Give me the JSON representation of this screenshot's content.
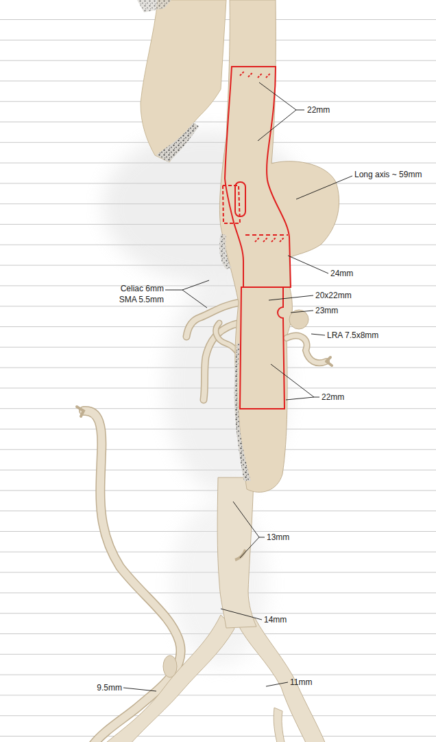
{
  "diagram": {
    "labels": [
      "22mm",
      "Long axis ~ 59mm",
      "24mm",
      "Celiac 6mm",
      "SMA 5.5mm",
      "20x22mm",
      "23mm",
      "LRA 7.5x8mm",
      "22mm",
      "13mm",
      "14mm",
      "9.5mm",
      "11mm"
    ]
  }
}
